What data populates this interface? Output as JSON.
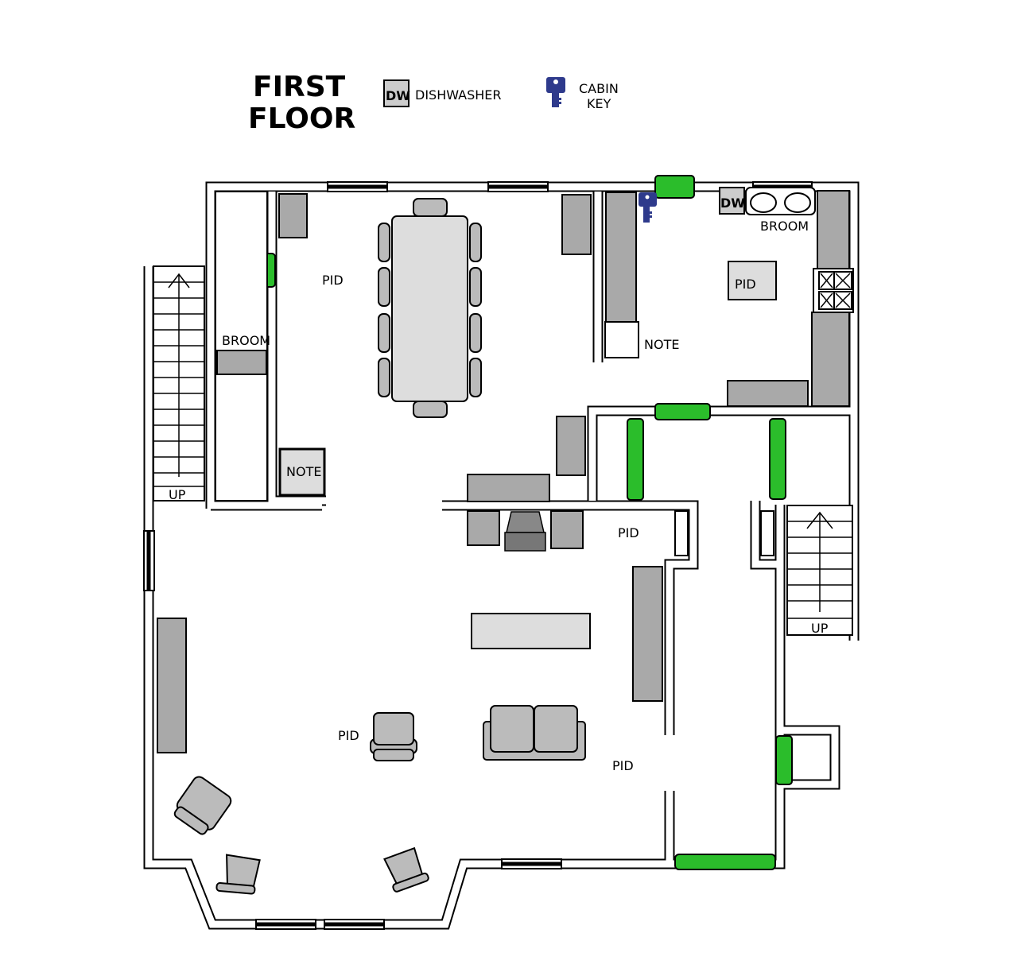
{
  "title": {
    "line1": "FIRST",
    "line2": "FLOOR"
  },
  "legend": {
    "dishwasher": {
      "icon_text": "DW",
      "label": "DISHWASHER"
    },
    "cabin_key": {
      "label_line1": "CABIN",
      "label_line2": "KEY"
    }
  },
  "labels": {
    "pid_dining": "PID",
    "pid_kitchen": "PID",
    "pid_hall": "PID",
    "pid_chair": "PID",
    "pid_living": "PID",
    "broom_kitchen": "BROOM",
    "broom_closet": "BROOM",
    "note_kitchen": "NOTE",
    "note_dining": "NOTE",
    "dw_kitchen": "DW",
    "up_left": "UP",
    "up_right": "UP"
  },
  "colors": {
    "door": "#2bbd2b",
    "key": "#2e3a8c",
    "furniture": "#a9a9a9"
  }
}
